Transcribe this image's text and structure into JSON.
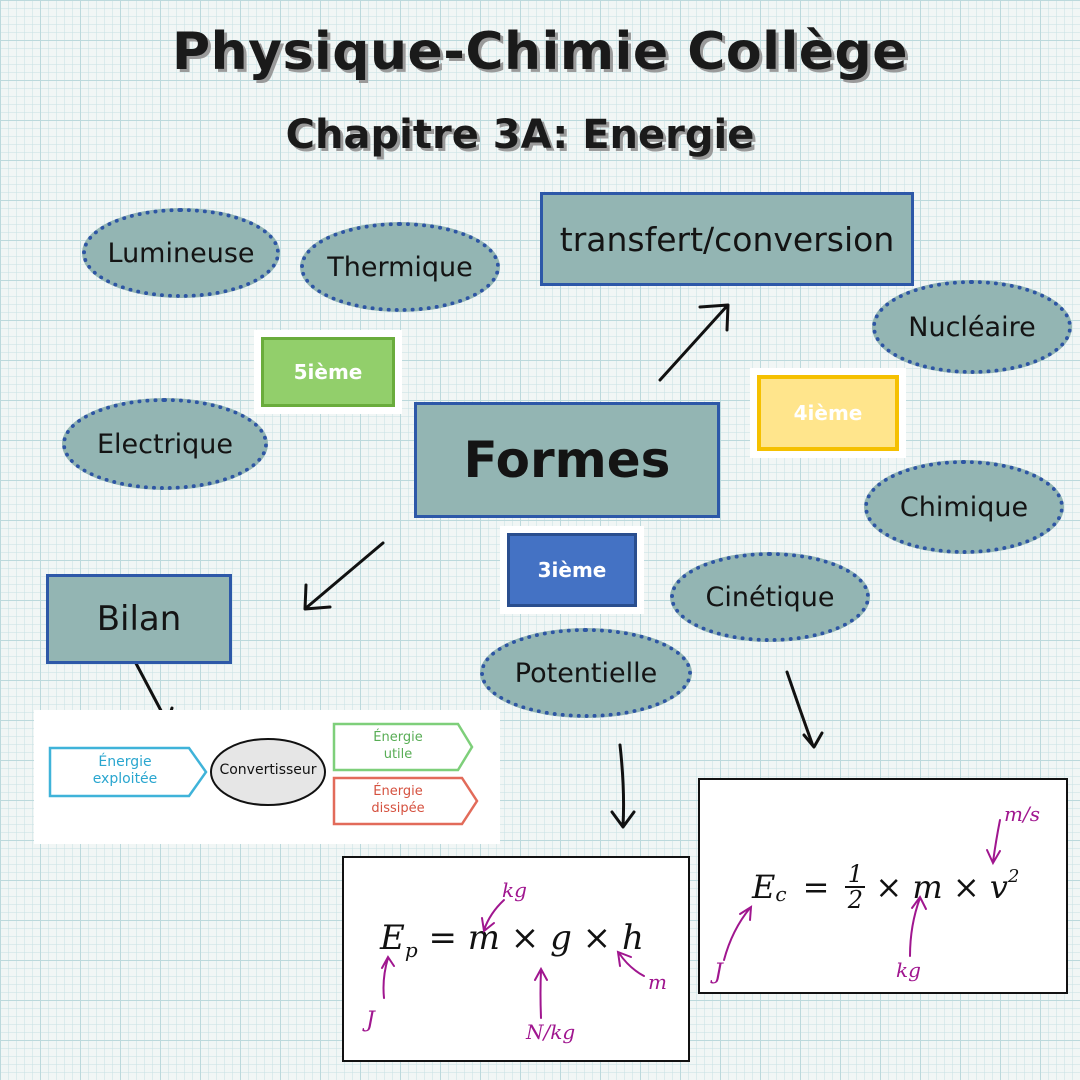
{
  "title": "Physique-Chimie Collège",
  "subtitle": "Chapitre 3A: Energie",
  "center": "Formes",
  "transfer": "transfert/conversion",
  "bilan": "Bilan",
  "levels": {
    "l5": "5ième",
    "l4": "4ième",
    "l3": "3ième"
  },
  "forms": {
    "lumineuse": "Lumineuse",
    "thermique": "Thermique",
    "electrique": "Electrique",
    "nucleaire": "Nucléaire",
    "chimique": "Chimique",
    "cinetique": "Cinétique",
    "potentielle": "Potentielle"
  },
  "bilan_diagram": {
    "exploitee": [
      "Énergie",
      "exploitée"
    ],
    "convertisseur": "Convertisseur",
    "utile": [
      "Énergie",
      "utile"
    ],
    "dissipee": [
      "Énergie",
      "dissipée"
    ]
  },
  "formula_potential": {
    "lhs": "E",
    "lhs_sub": "p",
    "rhs": "= m × g × h",
    "units": {
      "energy": "J",
      "mass": "kg",
      "gravity": "N/kg",
      "height": "m"
    }
  },
  "formula_kinetic": {
    "lhs": "E",
    "lhs_sub": "c",
    "eq": "=",
    "frac_num": "1",
    "frac_den": "2",
    "rhs": "× m × v",
    "exp": "2",
    "units": {
      "energy": "J",
      "mass": "kg",
      "speed": "m/s"
    }
  },
  "colors": {
    "node_fill": "#93b5b3",
    "node_border": "#2d55a3",
    "level5": "#92cf6b",
    "level4": "#ffe58c",
    "level3": "#4472c4",
    "annotation": "#a0168f"
  }
}
